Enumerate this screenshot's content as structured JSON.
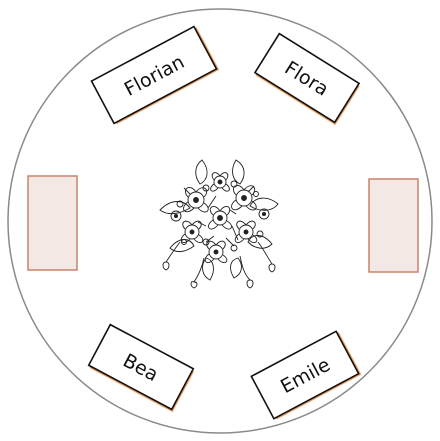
{
  "table": {
    "background": "#ffffff",
    "outline_color": "#8a8a8a",
    "centerpiece_icon": "flower-bouquet-icon"
  },
  "place_cards": [
    {
      "name": "Florian",
      "side": "top-left"
    },
    {
      "name": "Flora",
      "side": "top-right"
    },
    {
      "name": "Bea",
      "side": "bottom-left"
    },
    {
      "name": "Emile",
      "side": "bottom-right"
    }
  ],
  "empty_seats": [
    {
      "side": "left",
      "fill": "#f4e8e4",
      "border": "#c8836a"
    },
    {
      "side": "right",
      "fill": "#f4e8e4",
      "border": "#c8836a"
    }
  ],
  "card_colors": {
    "fill": "#ffffff",
    "border": "#111111",
    "shadow": "#e8a060"
  }
}
